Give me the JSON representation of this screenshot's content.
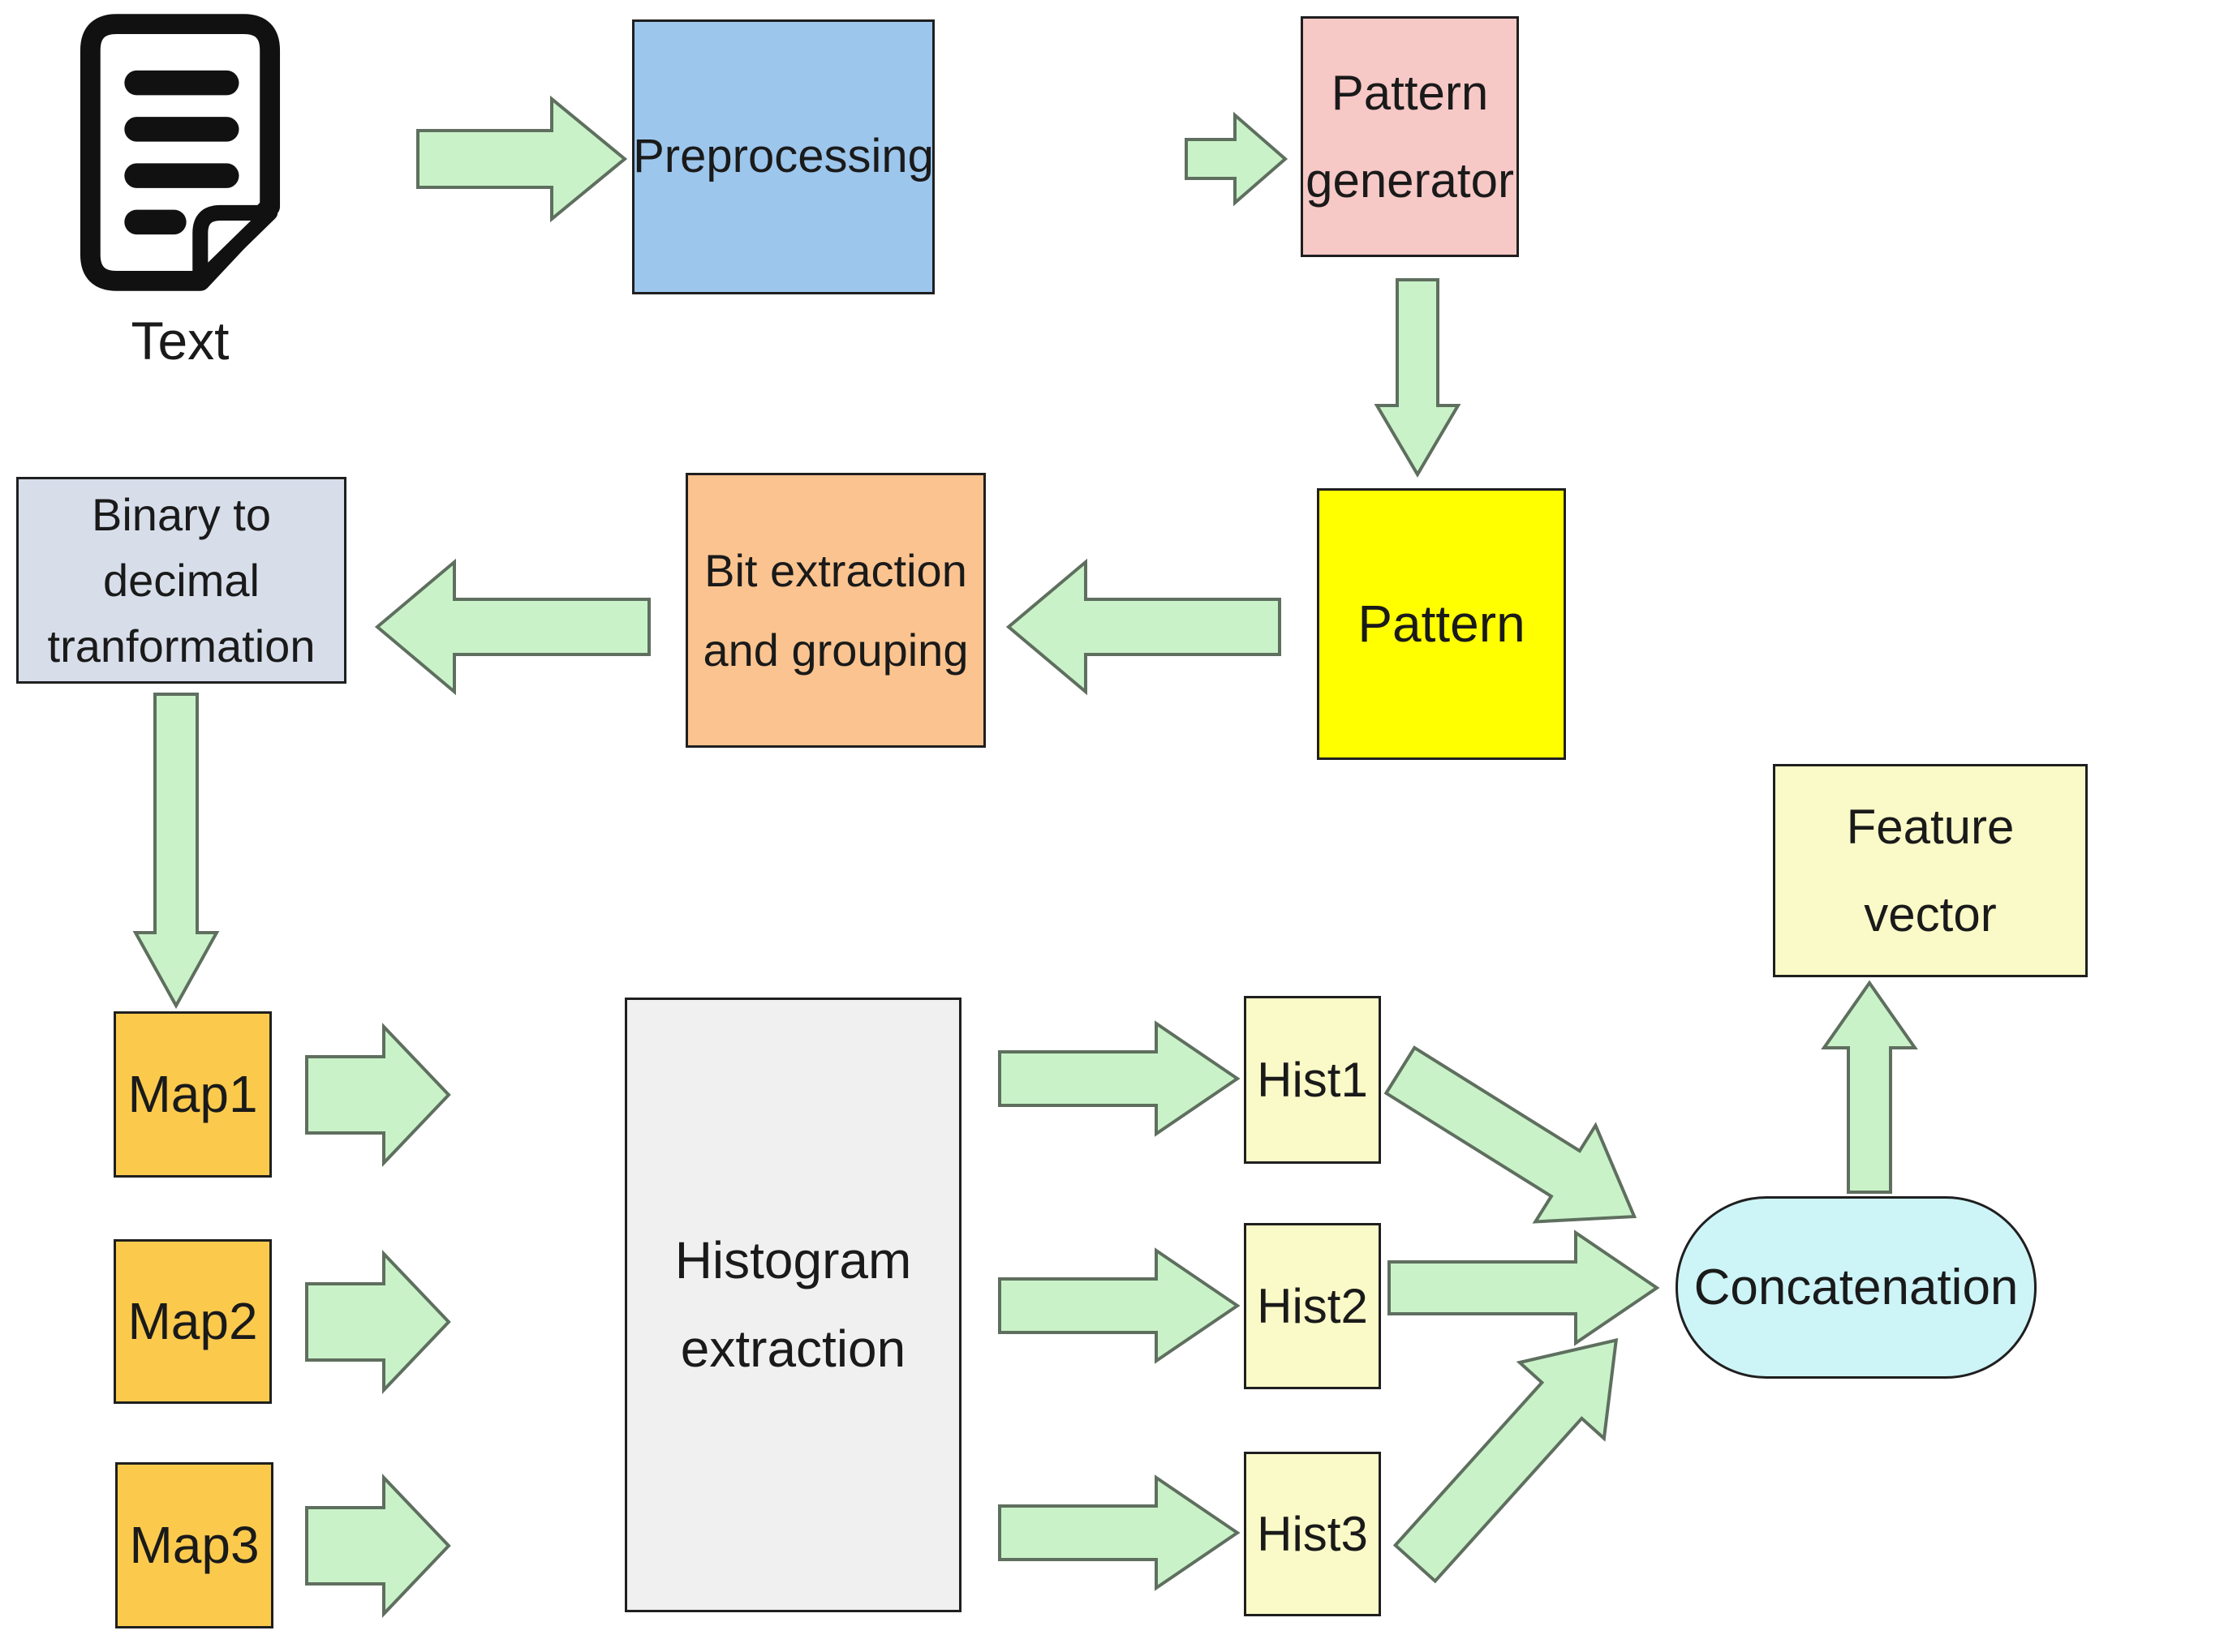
{
  "palette": {
    "arrow_fill": "#c9f2c9",
    "arrow_stroke": "#5f6f5f",
    "box_border": "#1f1f1f",
    "preprocessing": "#9dc6ec",
    "pattern_generator": "#f6c8c6",
    "pattern": "#ffff00",
    "bit_extraction": "#fac38f",
    "binary_to_decimal": "#d7deea",
    "map": "#fbca4d",
    "histogram_extraction": "#f0f0f0",
    "hist": "#fafac8",
    "feature_vector": "#fafac8",
    "concatenation": "#cdf4f7",
    "text_icon": "#111111"
  },
  "nodes": {
    "text_input": {
      "label": "Text"
    },
    "preprocessing": {
      "label": "Preprocessing"
    },
    "pattern_generator": {
      "label": "Pattern generator"
    },
    "pattern": {
      "label": "Pattern"
    },
    "bit_extraction": {
      "label": "Bit extraction and grouping"
    },
    "binary_to_decimal": {
      "label": "Binary to decimal tranformation"
    },
    "map1": {
      "label": "Map1"
    },
    "map2": {
      "label": "Map2"
    },
    "map3": {
      "label": "Map3"
    },
    "histogram_extraction": {
      "label": "Histogram extraction"
    },
    "hist1": {
      "label": "Hist1"
    },
    "hist2": {
      "label": "Hist2"
    },
    "hist3": {
      "label": "Hist3"
    },
    "concatenation": {
      "label": "Concatenation"
    },
    "feature_vector": {
      "label": "Feature vector"
    }
  }
}
